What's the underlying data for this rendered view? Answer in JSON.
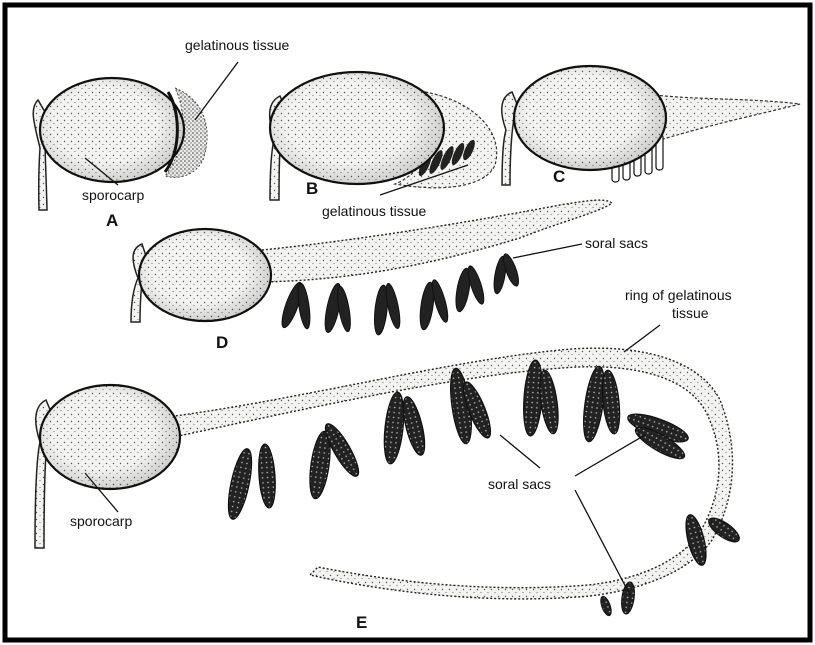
{
  "figure": {
    "colors": {
      "frame": "#000000",
      "ink": "#111111",
      "body": "#f3f3f1",
      "sac": "#2a2a2a",
      "paper": "#ffffff"
    },
    "panels": {
      "A": {
        "letter": "A",
        "sporocarp_label": "sporocarp",
        "tissue_label": "gelatinous tissue"
      },
      "B": {
        "letter": "B",
        "tissue_label": "gelatinous tissue"
      },
      "C": {
        "letter": "C"
      },
      "D": {
        "letter": "D",
        "soral_label": "soral sacs"
      },
      "E": {
        "letter": "E",
        "ring_label_line1": "ring of gelatinous",
        "ring_label_line2": "tissue",
        "soral_label": "soral sacs",
        "sporocarp_label": "sporocarp"
      }
    }
  }
}
